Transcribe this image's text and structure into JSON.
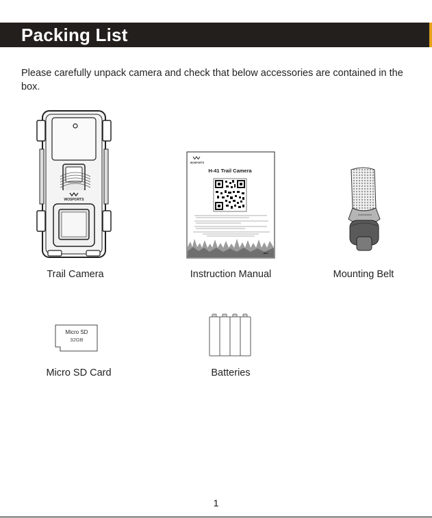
{
  "header": {
    "title": "Packing List"
  },
  "intro": "Please carefully unpack camera and check that below accessories are contained in the box.",
  "items": [
    {
      "label": "Trail Camera"
    },
    {
      "label": "Instruction Manual"
    },
    {
      "label": "Mounting Belt"
    },
    {
      "label": "Micro SD Card"
    },
    {
      "label": "Batteries"
    }
  ],
  "camera": {
    "brand": "WOSPORTS"
  },
  "manual": {
    "brand": "WOSPORTS",
    "title": "H-41 Trail Camera"
  },
  "sd_card": {
    "type": "Micro SD",
    "capacity": "32GB"
  },
  "page_number": "1",
  "colors": {
    "header_bg": "#231f1c",
    "header_text": "#ffffff",
    "header_accent": "#e6a21a"
  }
}
